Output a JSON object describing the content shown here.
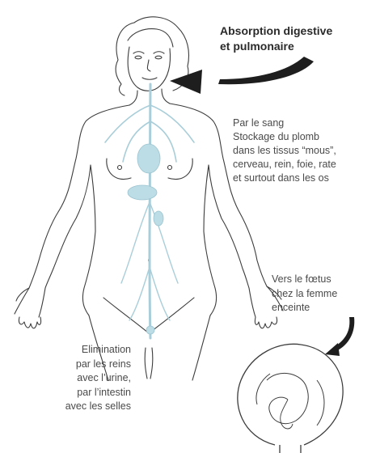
{
  "labels": {
    "absorption": [
      "Absorption digestive",
      "et pulmonaire"
    ],
    "blood_storage": [
      "Par le sang",
      "Stockage du plomb",
      "dans les tissus “mous”,",
      "cerveau, rein, foie, rate",
      "et surtout dans les os"
    ],
    "foetus": [
      "Vers le fœtus",
      "chez la femme",
      "enceinte"
    ],
    "elimination": [
      "Elimination",
      "par les reins",
      "avec l’urine,",
      "par l’intestin",
      "avec les selles"
    ]
  },
  "colors": {
    "outline": "#3c3c3c",
    "vessels": "#a9ced9",
    "organs": "#bcdde6",
    "arrow": "#1e1e1e"
  }
}
